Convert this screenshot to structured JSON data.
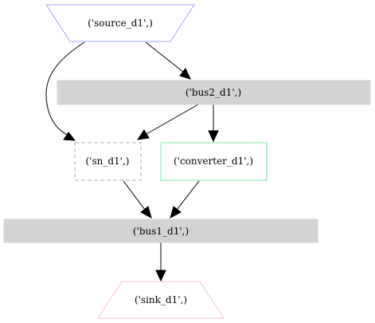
{
  "nodes": {
    "source": {
      "label": "('source_d1',)",
      "shape": "inverted-trapezium",
      "stroke": "#a0a8f0",
      "fill": "#ffffff"
    },
    "bus2": {
      "label": "('bus2_d1',)",
      "shape": "box",
      "stroke": "#d3d3d3",
      "fill": "#d3d3d3"
    },
    "sn": {
      "label": "('sn_d1',)",
      "shape": "dashed-box",
      "stroke": "#b0b0b0",
      "fill": "#ffffff"
    },
    "converter": {
      "label": "('converter_d1',)",
      "shape": "box",
      "stroke": "#7ee0a8",
      "fill": "#ffffff"
    },
    "bus1": {
      "label": "('bus1_d1',)",
      "shape": "box",
      "stroke": "#d3d3d3",
      "fill": "#d3d3d3"
    },
    "sink": {
      "label": "('sink_d1',)",
      "shape": "trapezium",
      "stroke": "#f5c2d0",
      "fill": "#ffffff"
    }
  },
  "edges": [
    {
      "from": "source",
      "to": "sn"
    },
    {
      "from": "source",
      "to": "bus2"
    },
    {
      "from": "bus2",
      "to": "sn"
    },
    {
      "from": "bus2",
      "to": "converter"
    },
    {
      "from": "sn",
      "to": "bus1"
    },
    {
      "from": "converter",
      "to": "bus1"
    },
    {
      "from": "bus1",
      "to": "sink"
    }
  ]
}
